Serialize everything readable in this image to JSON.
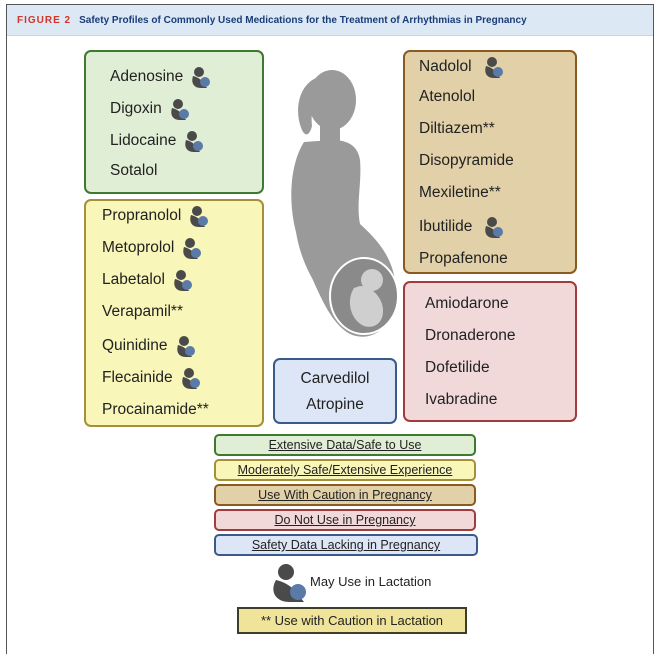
{
  "header": {
    "figure_label": "FIGURE 2",
    "title": "Safety Profiles of Commonly Used Medications for the Treatment of Arrhythmias in Pregnancy"
  },
  "colors": {
    "green_bg": "#dfeed5",
    "green_border": "#3d7a2f",
    "yellow_bg": "#f8f6b8",
    "yellow_border": "#a58f39",
    "tan_bg": "#e2d1a8",
    "tan_border": "#8a5a1e",
    "pink_bg": "#f1d9d9",
    "pink_border": "#a13c3c",
    "blue_bg": "#dde6f6",
    "blue_border": "#3a5a8c"
  },
  "groups": {
    "green": [
      "Adenosine",
      "Digoxin",
      "Lidocaine",
      "Sotalol"
    ],
    "yellow": [
      "Propranolol",
      "Metoprolol",
      "Labetalol",
      "Verapamil**",
      "Quinidine",
      "Flecainide",
      "Procainamide**"
    ],
    "tan": [
      "Nadolol",
      "Atenolol",
      "Diltiazem**",
      "Disopyramide",
      "Mexiletine**",
      "Ibutilide",
      "Propafenone"
    ],
    "pink": [
      "Amiodarone",
      "Dronaderone",
      "Dofetilide",
      "Ivabradine"
    ],
    "blue": [
      "Carvedilol",
      "Atropine"
    ]
  },
  "lactation_icons": [
    "lactation-icon",
    "pregnant-woman-silhouette"
  ],
  "legend": {
    "green": "Extensive Data/Safe to Use",
    "yellow": "Moderately Safe/Extensive Experience",
    "tan": "Use With Caution in Pregnancy",
    "pink": "Do Not Use in Pregnancy",
    "blue": "Safety Data Lacking in Pregnancy",
    "lactation": "May Use in Lactation",
    "caution_lactation": "** Use with Caution in Lactation"
  }
}
